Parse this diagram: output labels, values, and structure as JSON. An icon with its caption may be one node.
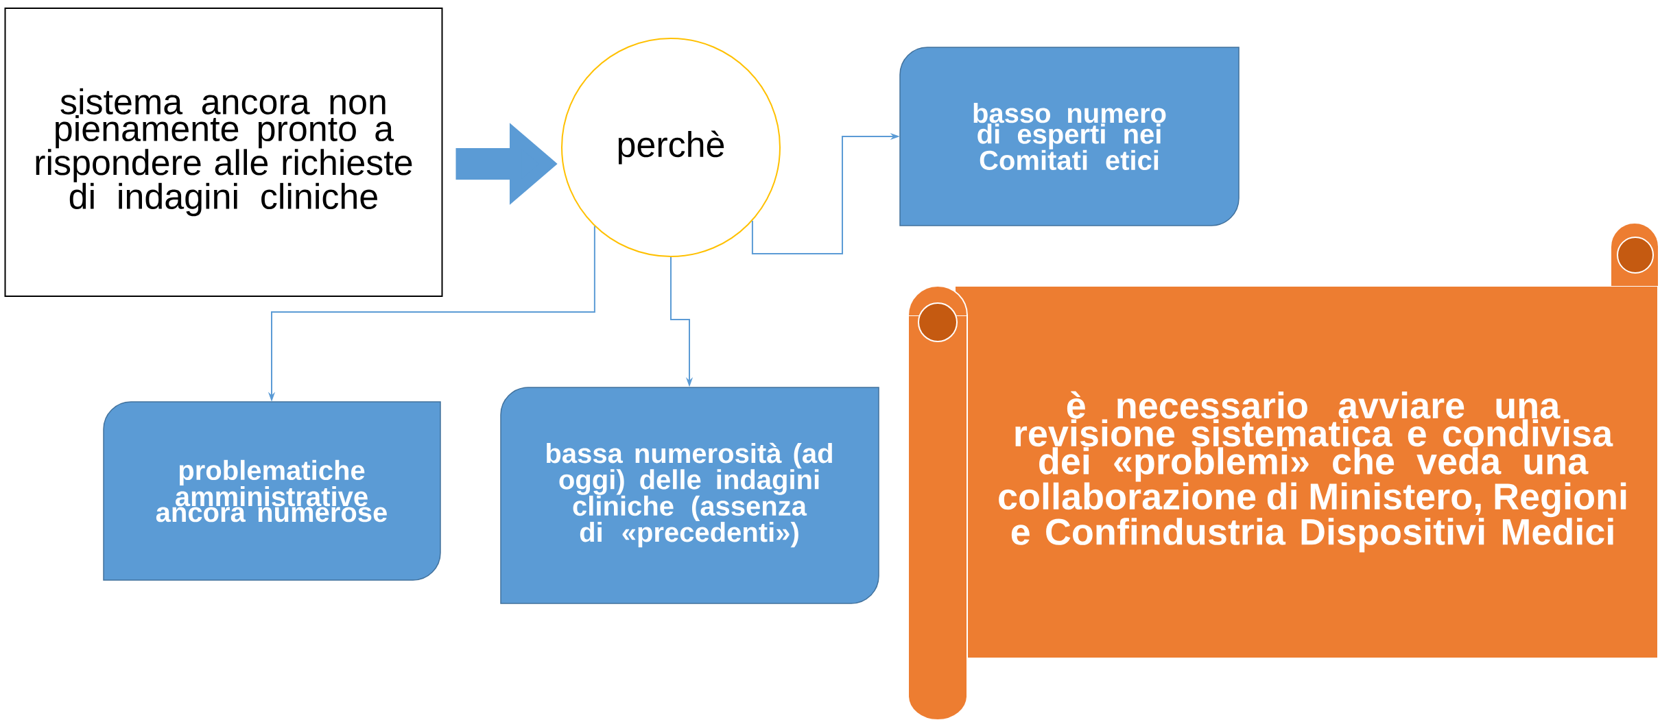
{
  "diagram": {
    "nodes": [
      {
        "text": [
          "sistema ancora non pienamente pronto a rispondere alle richieste di indagini cliniche"
        ]
      },
      {
        "text": [
          "perchè"
        ]
      },
      {
        "text": [
          "basso numero di esperti nei Comitati etici"
        ]
      },
      {
        "text": [
          "problematiche amministrative ancora numerose"
        ]
      },
      {
        "text": [
          "bassa numerosità (ad oggi) delle indagini cliniche (assenza di «precedenti»)"
        ]
      },
      {
        "text": [
          "è necessario avviare una revisione sistematica e condivisa dei «problemi» che veda una collaborazione di Ministero, Regioni e Confindustria Dispositivi Medici"
        ]
      }
    ],
    "edges": [
      {
        "from": 0,
        "to": 1,
        "arrow": "to",
        "style": "thick"
      },
      {
        "from": 1,
        "to": 2,
        "arrow": "to"
      },
      {
        "from": 1,
        "to": 3,
        "arrow": "to"
      },
      {
        "from": 1,
        "to": 4,
        "arrow": "to"
      }
    ]
  }
}
